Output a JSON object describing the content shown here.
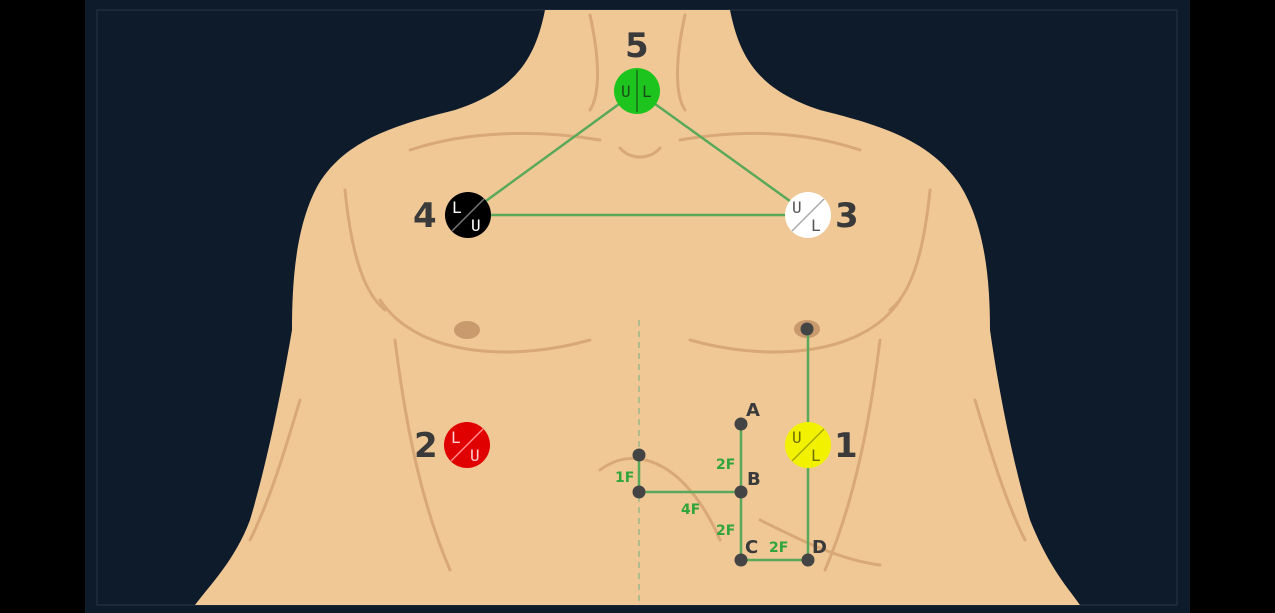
{
  "colors": {
    "background": "#0e1b2b",
    "skin": "#f0c896",
    "skin_shade": "#d9a877",
    "line": "#5aa95a",
    "dot": "#444444",
    "electrode_5": "#1ec41e",
    "electrode_4": "#000000",
    "electrode_3": "#ffffff",
    "electrode_2": "#e00000",
    "electrode_1": "#f2f200"
  },
  "electrodes": [
    {
      "number": "5",
      "top_letter": "U",
      "bottom_letter": "L",
      "color": "electrode_5"
    },
    {
      "number": "4",
      "top_letter": "L",
      "bottom_letter": "U",
      "color": "electrode_4"
    },
    {
      "number": "3",
      "top_letter": "U",
      "bottom_letter": "L",
      "color": "electrode_3"
    },
    {
      "number": "2",
      "top_letter": "L",
      "bottom_letter": "U",
      "color": "electrode_2"
    },
    {
      "number": "1",
      "top_letter": "U",
      "bottom_letter": "L",
      "color": "electrode_1"
    }
  ],
  "landmarks": {
    "A": "A",
    "B": "B",
    "C": "C",
    "D": "D"
  },
  "distances": {
    "vertical_mid": "1F",
    "horizontal_mid": "4F",
    "a_to_b": "2F",
    "b_to_c": "2F",
    "c_to_d": "2F"
  }
}
